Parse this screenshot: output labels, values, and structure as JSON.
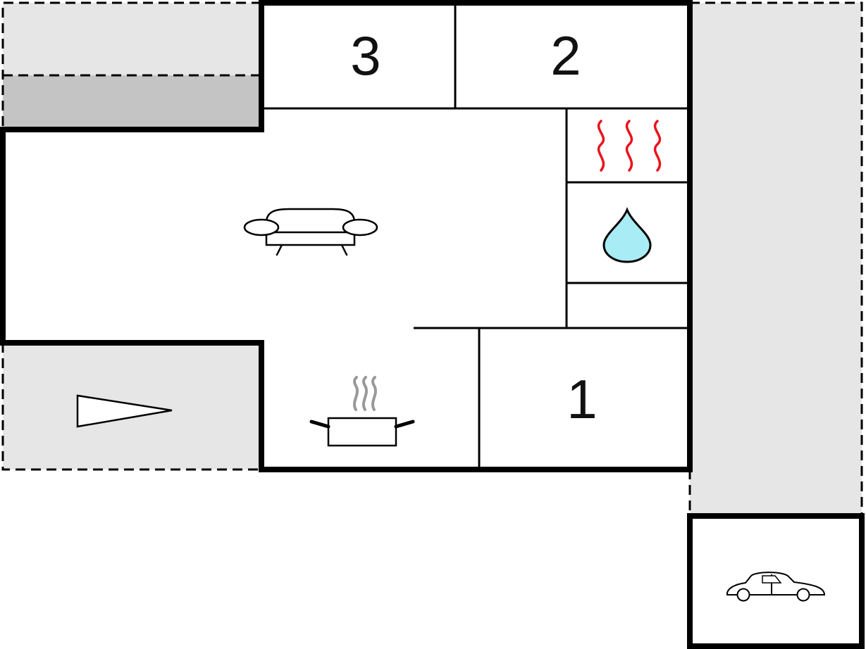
{
  "floorplan": {
    "rooms": [
      {
        "id": "bedroom-3",
        "label": "3"
      },
      {
        "id": "bedroom-2",
        "label": "2"
      },
      {
        "id": "bedroom-1",
        "label": "1"
      }
    ],
    "icons": {
      "living": "sofa-icon",
      "kitchen": "cooking-pot-icon",
      "heating": "heating-icon",
      "bathroom": "water-drop-icon",
      "garage": "car-icon",
      "entrance": "entrance-arrow-icon"
    },
    "colors": {
      "wall": "#000000",
      "terrace": "#e6e6e6",
      "terrace_dark": "#c4c4c4",
      "heat": "#e8141c",
      "water": "#a8ecf5",
      "steam": "#999999"
    }
  }
}
